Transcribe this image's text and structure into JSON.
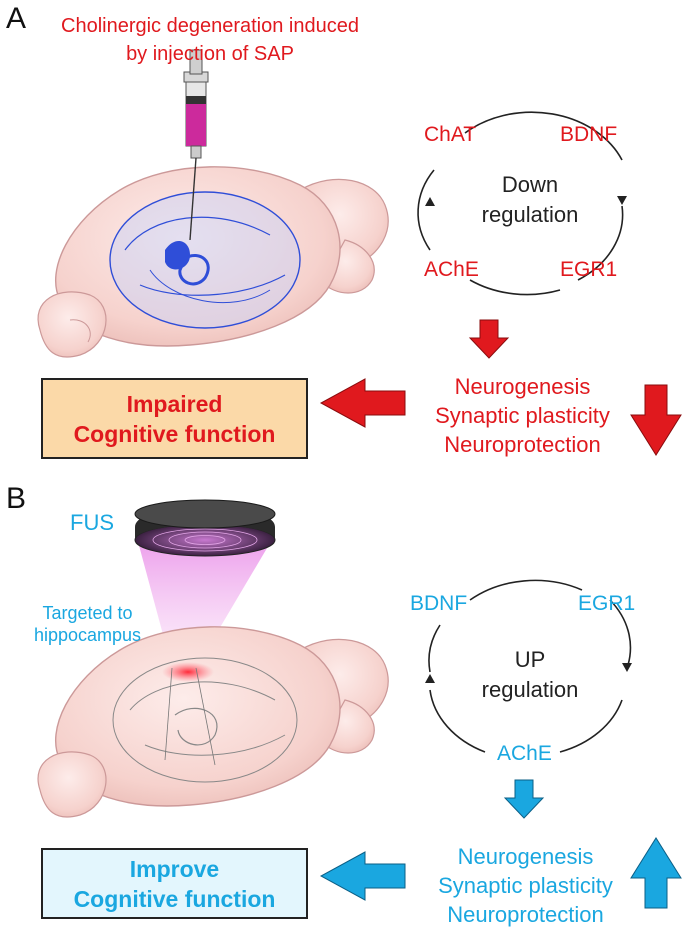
{
  "panel_a": {
    "letter": "A",
    "injection_caption_line1": "Cholinergic degeneration induced",
    "injection_caption_line2": "by injection of SAP",
    "cycle": {
      "top_left": "ChAT",
      "top_right": "BDNF",
      "bottom_left": "AChE",
      "bottom_right": "EGR1",
      "center_line1": "Down",
      "center_line2": "regulation"
    },
    "outcomes": [
      "Neurogenesis",
      "Synaptic plasticity",
      "Neuroprotection"
    ],
    "result_box_line1": "Impaired",
    "result_box_line2": "Cognitive function"
  },
  "panel_b": {
    "letter": "B",
    "device_label": "FUS",
    "target_label_line1": "Targeted to",
    "target_label_line2": "hippocampus",
    "cycle": {
      "top_left": "BDNF",
      "top_right": "EGR1",
      "bottom": "AChE",
      "center_line1": "UP",
      "center_line2": "regulation"
    },
    "outcomes": [
      "Neurogenesis",
      "Synaptic plasticity",
      "Neuroprotection"
    ],
    "result_box_line1": "Improve",
    "result_box_line2": "Cognitive function"
  },
  "colors": {
    "down_red": "#e0191e",
    "up_blue": "#1aa7e0",
    "impaired_box_fill": "#fbd9a8",
    "improve_box_fill": "#e3f6fd",
    "brain_fill": "#f8d8d4"
  }
}
